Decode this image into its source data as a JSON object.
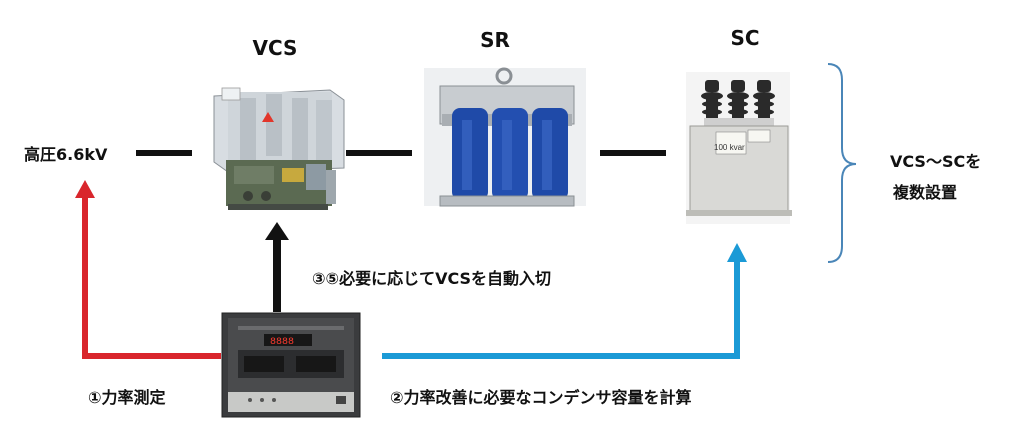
{
  "titles": {
    "vcs": "VCS",
    "sr": "SR",
    "sc": "SC"
  },
  "source_label": "高圧6.6kV",
  "group_note": {
    "line1": "VCS〜SCを",
    "line2": "複数設置"
  },
  "step_measure": "①力率測定",
  "step_calculate": "②力率改善に必要なコンデンサ容量を計算",
  "step_switch": "③⑤必要に応じてVCSを自動入切",
  "capacitor_rating": "100 kvar",
  "controller_display": "8888",
  "colors": {
    "measure_arrow": "#d9262c",
    "calculate_arrow": "#1b9ad6",
    "switch_arrow": "#111111",
    "brace": "#4a86b8"
  }
}
